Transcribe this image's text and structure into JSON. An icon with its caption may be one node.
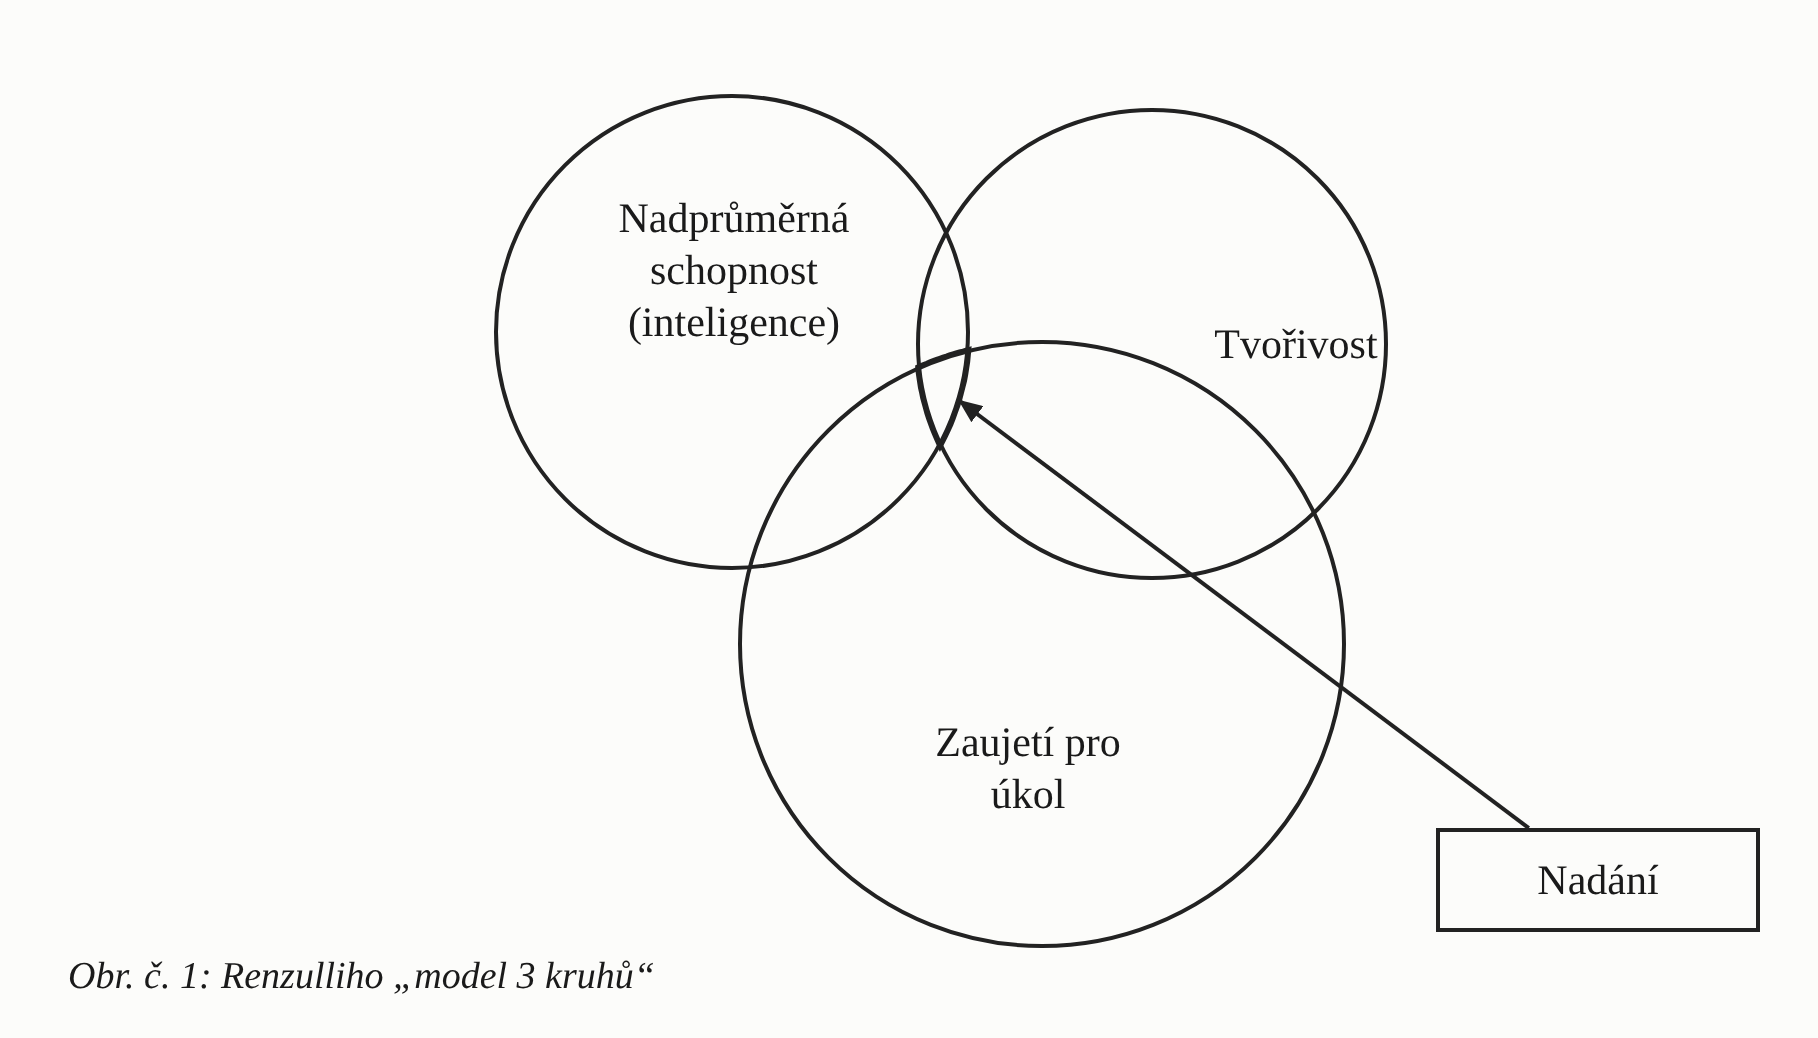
{
  "diagram": {
    "caption": "Obr. č. 1: Renzulliho „model 3 kruhů“",
    "nodes": [
      {
        "text": [
          "Nadprůměrná schopnost (inteligence)"
        ]
      },
      {
        "text": [
          "Tvořivost"
        ]
      },
      {
        "text": [
          "Zaujetí pro úkol"
        ]
      },
      {
        "text": [
          "Nadání"
        ]
      },
      {
        "text": [],
        "shape": "region"
      }
    ],
    "edges": [
      {
        "from": 3,
        "to": 4,
        "arrow": "to"
      }
    ]
  }
}
